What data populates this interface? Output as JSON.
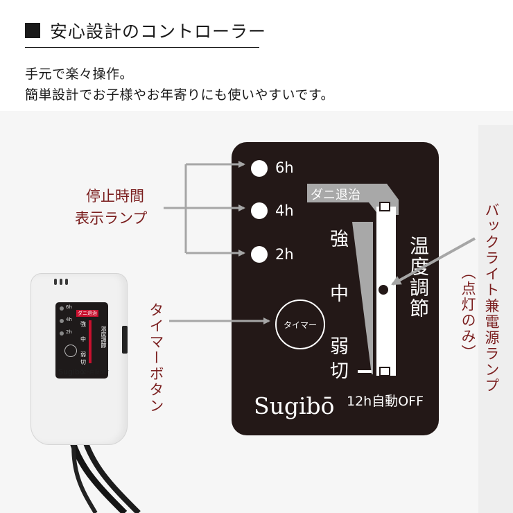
{
  "header": {
    "title": "安心設計のコントローラー",
    "intro_line1": "手元で楽々操作。",
    "intro_line2": "簡単設計でお子様やお年寄りにも使いやすいです。"
  },
  "panel": {
    "lamps": [
      "6h",
      "4h",
      "2h"
    ],
    "dani_label": "ダニ退治",
    "levels": [
      "強",
      "中",
      "弱",
      "切"
    ],
    "temp_label": "温度調節",
    "timer_button": "タイマー",
    "brand": "Sugibō",
    "auto_off": "12h自動OFF"
  },
  "device": {
    "lamps": [
      "6h",
      "4h",
      "2h"
    ],
    "dani_label": "ダニ退治",
    "levels": [
      "強",
      "中",
      "弱",
      "切"
    ],
    "temp_label": "温度調節",
    "brand": "Sugibō",
    "auto_off": "12h自動OFF"
  },
  "annotations": {
    "stop_time_line1": "停止時間",
    "stop_time_line2": "表示ランプ",
    "timer_button": "タイマーボタン",
    "backlight": "バックライト兼電源ランプ",
    "backlight_note": "（点灯のみ）"
  },
  "colors": {
    "panel_bg": "#231817",
    "accent_red": "#c8102e",
    "annotation_text": "#7a1e1e",
    "arrow_gray": "#a6a6a6"
  },
  "icons": [
    "arrow-icon"
  ]
}
